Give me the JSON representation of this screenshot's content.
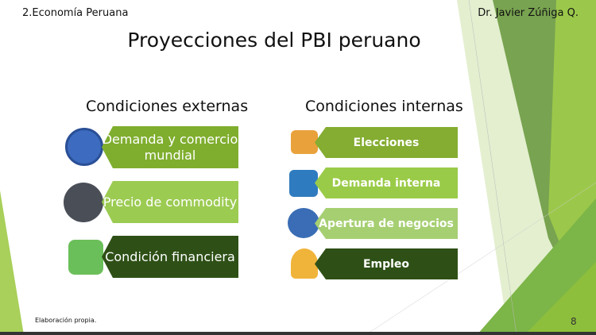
{
  "header": {
    "section": "2.Economía Peruana",
    "author": "Dr. Javier Zúñiga Q."
  },
  "title": "Proyecciones del PBI peruano",
  "external": {
    "heading": "Condiciones externas",
    "items": [
      {
        "label": "Demanda y comercio mundial",
        "icon": "globe-location-icon",
        "color": "#7fae2e"
      },
      {
        "label": "Precio de commodity",
        "icon": "oil-gold-icon",
        "color": "#9ccb52"
      },
      {
        "label": "Condición financiera",
        "icon": "money-bag-icon",
        "color": "#2e5016"
      }
    ]
  },
  "internal": {
    "heading": "Condiciones internas",
    "items": [
      {
        "label": "Elecciones",
        "icon": "ballot-box-icon",
        "color": "#84ad31"
      },
      {
        "label": "Demanda interna",
        "icon": "shopping-bags-icon",
        "color": "#9acb48"
      },
      {
        "label": "Apertura de negocios",
        "icon": "open-sign-icon",
        "color": "#a6cf72"
      },
      {
        "label": "Empleo",
        "icon": "worker-icon",
        "color": "#2e5016"
      }
    ]
  },
  "footer": {
    "source": "Elaboración propia.",
    "page": "8"
  }
}
